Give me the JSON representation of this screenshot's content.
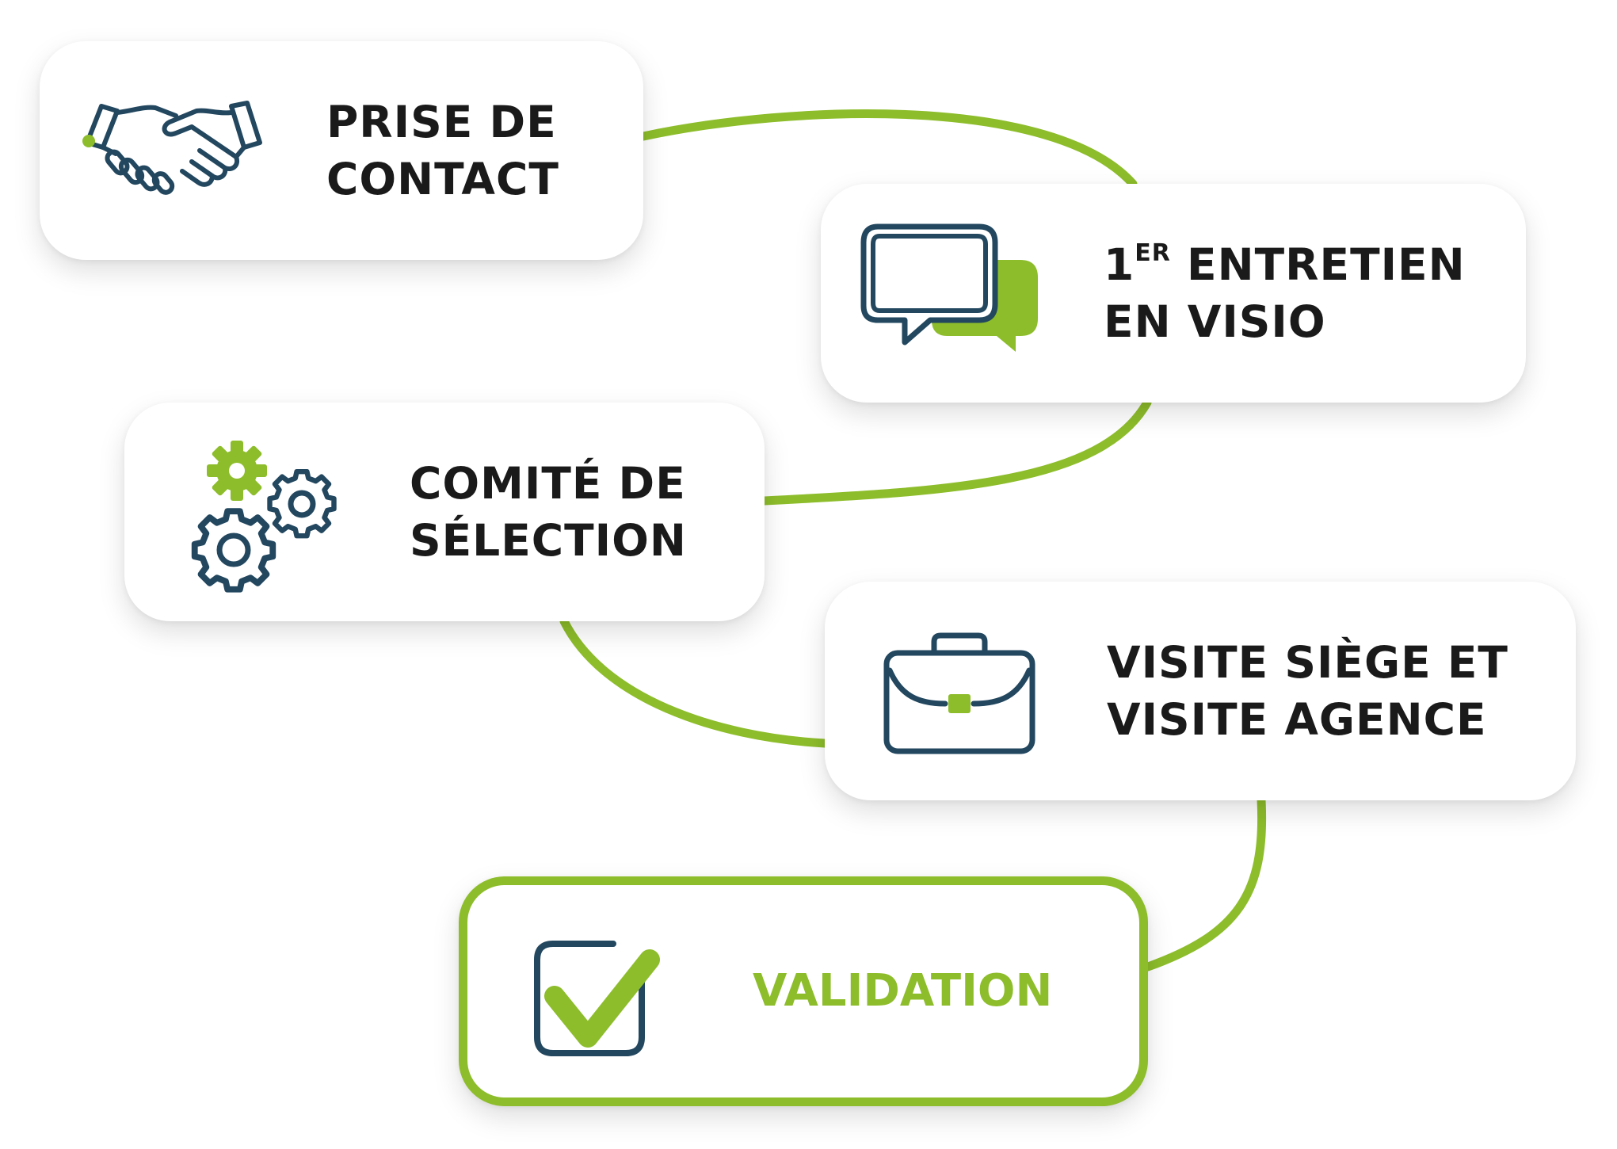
{
  "colors": {
    "accent_green": "#8dbd2b",
    "icon_navy": "#22475f",
    "text_dark": "#1a1a1a",
    "card_background": "#ffffff"
  },
  "steps": [
    {
      "line1": "PRISE DE",
      "line2": "CONTACT",
      "icon": "handshake-icon"
    },
    {
      "line1_num": "1",
      "line1_sup": "ER",
      "line1_rest": " ENTRETIEN",
      "line2": "EN VISIO",
      "icon": "speech-bubbles-icon"
    },
    {
      "line1": "COMITÉ DE",
      "line2": "SÉLECTION",
      "icon": "gears-icon"
    },
    {
      "line1": "VISITE SIÈGE ET",
      "line2": "VISITE AGENCE",
      "icon": "briefcase-icon"
    },
    {
      "line1": "VALIDATION",
      "icon": "checkbox-checked-icon"
    }
  ]
}
